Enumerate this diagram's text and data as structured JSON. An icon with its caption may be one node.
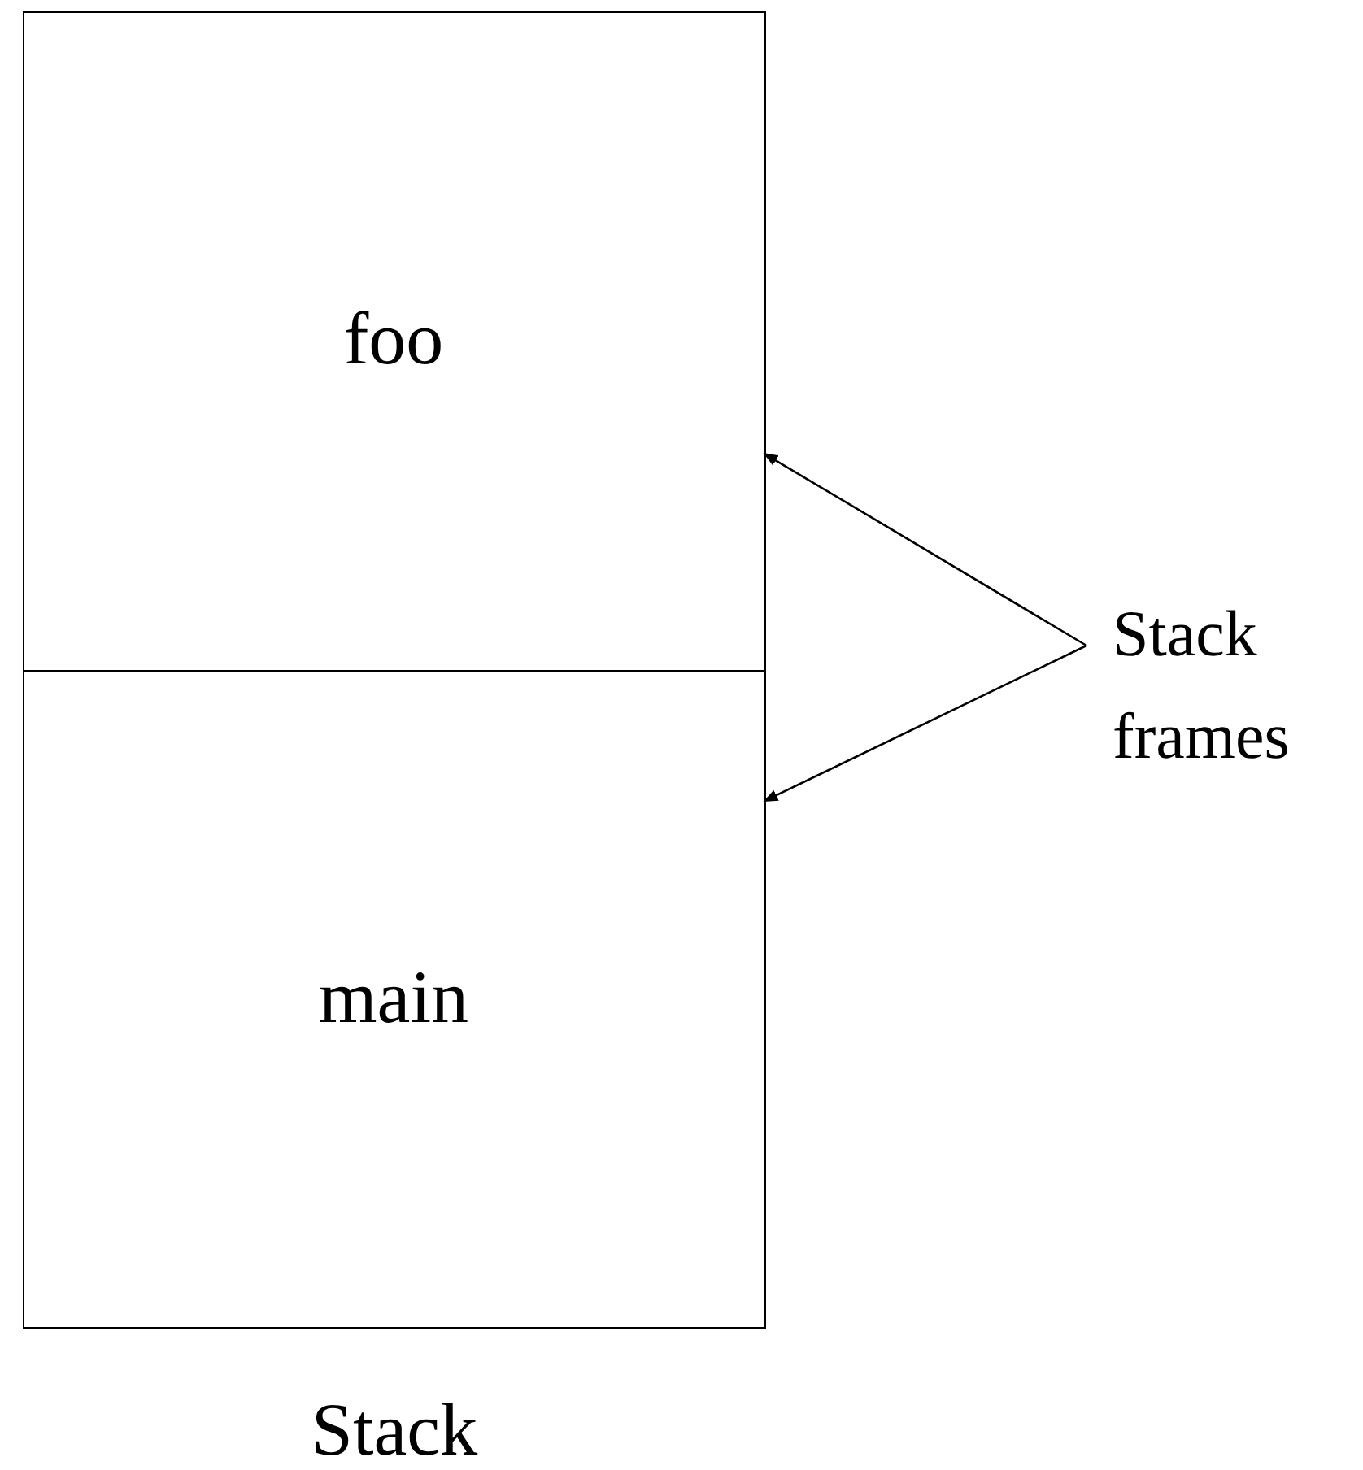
{
  "diagram": {
    "nodes": [
      {
        "text": [
          "Stack"
        ]
      },
      {
        "text": [
          "foo"
        ],
        "in": 0
      },
      {
        "text": [
          "main"
        ],
        "in": 0
      },
      {
        "text": [
          "Stack frames"
        ]
      }
    ],
    "edges": [
      {
        "from": 3,
        "to": 1,
        "arrow": "to"
      },
      {
        "from": 3,
        "to": 2,
        "arrow": "to"
      }
    ]
  }
}
